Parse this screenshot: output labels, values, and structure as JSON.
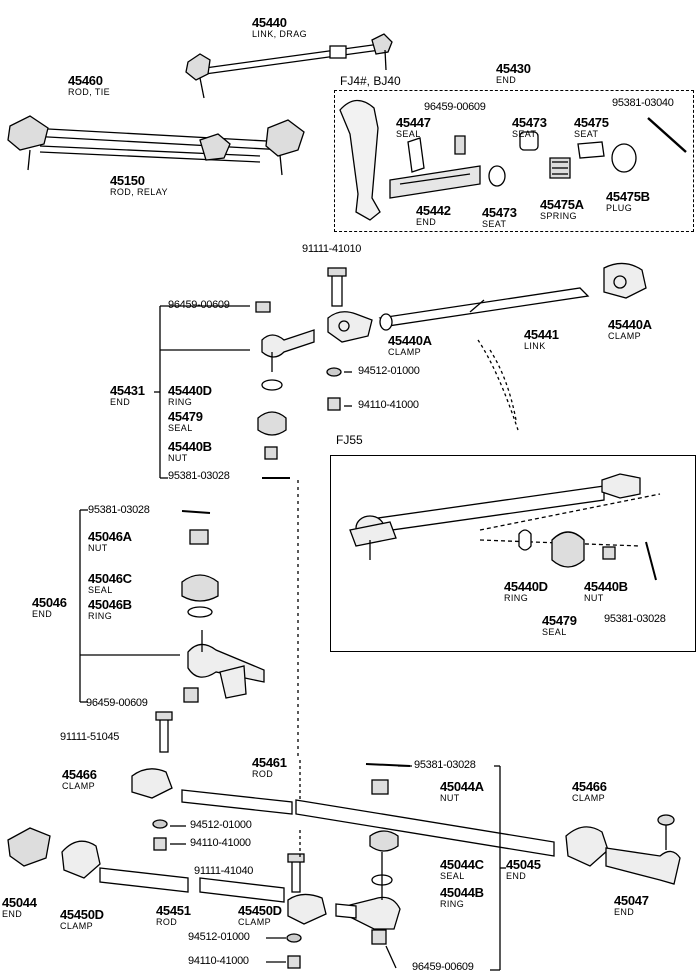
{
  "parts": {
    "p45440": {
      "num": "45440",
      "name": "LINK, DRAG"
    },
    "p45460": {
      "num": "45460",
      "name": "ROD, TIE"
    },
    "p45150": {
      "num": "45150",
      "name": "ROD, RELAY"
    },
    "p45430": {
      "num": "45430",
      "name": "END"
    },
    "p45447": {
      "num": "45447",
      "name": "SEAL"
    },
    "p45473a": {
      "num": "45473",
      "name": "SEAT"
    },
    "p45475": {
      "num": "45475",
      "name": "SEAT"
    },
    "p45442": {
      "num": "45442",
      "name": "END"
    },
    "p45473b": {
      "num": "45473",
      "name": "SEAT"
    },
    "p45475a": {
      "num": "45475A",
      "name": "SPRING"
    },
    "p45475b": {
      "num": "45475B",
      "name": "PLUG"
    },
    "p45440a1": {
      "num": "45440A",
      "name": "CLAMP"
    },
    "p45441": {
      "num": "45441",
      "name": "LINK"
    },
    "p45440a2": {
      "num": "45440A",
      "name": "CLAMP"
    },
    "p45431": {
      "num": "45431",
      "name": "END"
    },
    "p45440d": {
      "num": "45440D",
      "name": "RING"
    },
    "p45479": {
      "num": "45479",
      "name": "SEAL"
    },
    "p45440b": {
      "num": "45440B",
      "name": "NUT"
    },
    "p45440d2": {
      "num": "45440D",
      "name": "RING"
    },
    "p45479b": {
      "num": "45479",
      "name": "SEAL"
    },
    "p45440b2": {
      "num": "45440B",
      "name": "NUT"
    },
    "p45046a": {
      "num": "45046A",
      "name": "NUT"
    },
    "p45046c": {
      "num": "45046C",
      "name": "SEAL"
    },
    "p45046b": {
      "num": "45046B",
      "name": "RING"
    },
    "p45046": {
      "num": "45046",
      "name": "END"
    },
    "p45461": {
      "num": "45461",
      "name": "ROD"
    },
    "p45466a": {
      "num": "45466",
      "name": "CLAMP"
    },
    "p45466b": {
      "num": "45466",
      "name": "CLAMP"
    },
    "p45044a": {
      "num": "45044A",
      "name": "NUT"
    },
    "p45044c": {
      "num": "45044C",
      "name": "SEAL"
    },
    "p45044b": {
      "num": "45044B",
      "name": "RING"
    },
    "p45045": {
      "num": "45045",
      "name": "END"
    },
    "p45047": {
      "num": "45047",
      "name": "END"
    },
    "p45044": {
      "num": "45044",
      "name": "END"
    },
    "p45450d1": {
      "num": "45450D",
      "name": "CLAMP"
    },
    "p45450d2": {
      "num": "45450D",
      "name": "CLAMP"
    },
    "p45451": {
      "num": "45451",
      "name": "ROD"
    }
  },
  "std": {
    "s1": "96459-00609",
    "s2": "95381-03040",
    "s3": "91111-41010",
    "s4": "96459-00609",
    "s5": "94512-01000",
    "s6": "94110-41000",
    "s7": "95381-03028",
    "s8": "95381-03028",
    "s9": "95381-03028",
    "s10": "96459-00609",
    "s11": "91111-51045",
    "s12": "95381-03028",
    "s13": "94512-01000",
    "s14": "94110-41000",
    "s15": "91111-41040",
    "s16": "94512-01000",
    "s17": "94110-41000",
    "s18": "96459-00609"
  },
  "sections": {
    "fj4": "FJ4#, BJ40",
    "fj55": "FJ55"
  }
}
